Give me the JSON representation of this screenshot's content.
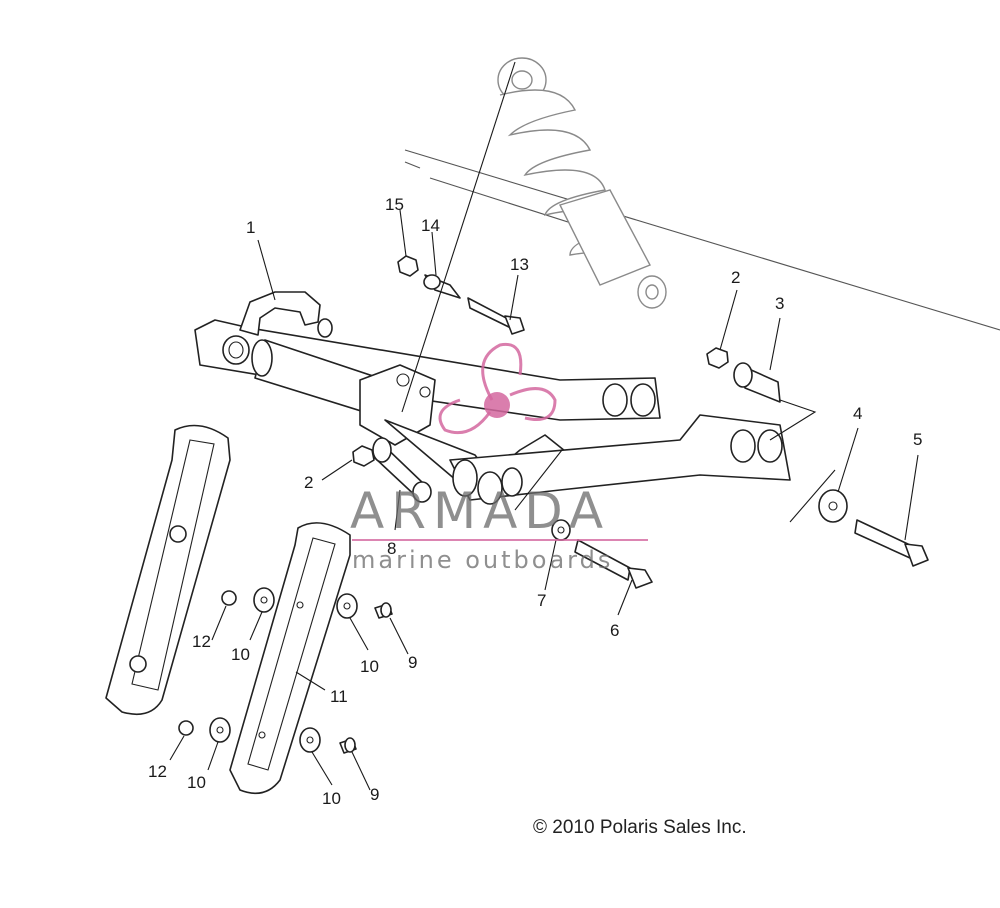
{
  "callouts": [
    {
      "id": "1",
      "label": "1"
    },
    {
      "id": "2a",
      "label": "2"
    },
    {
      "id": "2b",
      "label": "2"
    },
    {
      "id": "3",
      "label": "3"
    },
    {
      "id": "4",
      "label": "4"
    },
    {
      "id": "5",
      "label": "5"
    },
    {
      "id": "6",
      "label": "6"
    },
    {
      "id": "7",
      "label": "7"
    },
    {
      "id": "8",
      "label": "8"
    },
    {
      "id": "9a",
      "label": "9"
    },
    {
      "id": "9b",
      "label": "9"
    },
    {
      "id": "10a",
      "label": "10"
    },
    {
      "id": "10b",
      "label": "10"
    },
    {
      "id": "10c",
      "label": "10"
    },
    {
      "id": "10d",
      "label": "10"
    },
    {
      "id": "11",
      "label": "11"
    },
    {
      "id": "12a",
      "label": "12"
    },
    {
      "id": "12b",
      "label": "12"
    },
    {
      "id": "13",
      "label": "13"
    },
    {
      "id": "14",
      "label": "14"
    },
    {
      "id": "15",
      "label": "15"
    }
  ],
  "watermark": {
    "brand": "ARMADA",
    "tagline": "marine outboards",
    "logo_color": "#d4679f"
  },
  "copyright": "© 2010 Polaris Sales Inc."
}
